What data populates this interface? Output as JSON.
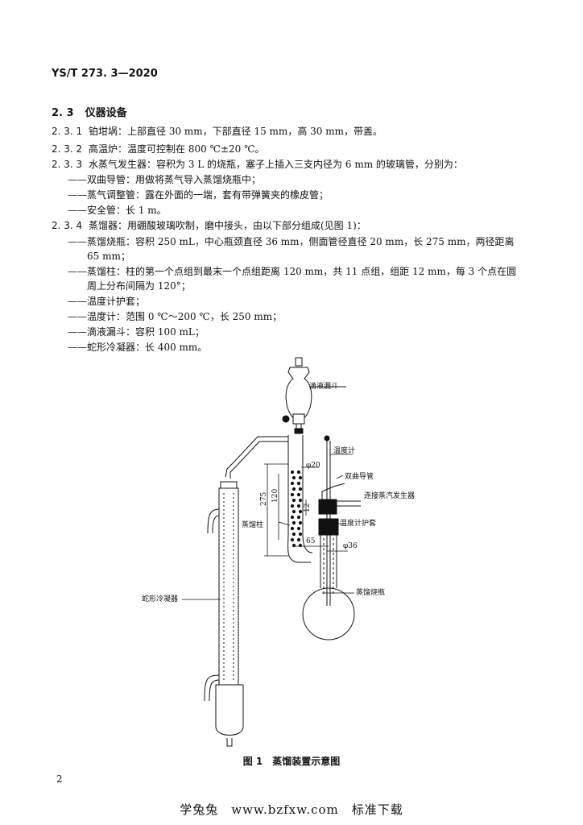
{
  "header": {
    "doc_code": "YS/T 273. 3—2020"
  },
  "section": {
    "number": "2. 3",
    "title": "仪器设备"
  },
  "lines": [
    {
      "num": "2. 3. 1",
      "text": "铂坩埚：上部直径 30 mm，下部直径 15 mm，高 30 mm，带盖。"
    },
    {
      "num": "2. 3. 2",
      "text": "高温炉：温度可控制在 800 ℃±20 ℃。"
    },
    {
      "num": "2. 3. 3",
      "text": "水蒸气发生器：容积为 3 L 的烧瓶，塞子上插入三支内径为 6 mm 的玻璃管，分别为："
    },
    {
      "num": "",
      "text": "——双曲导管：用做将蒸气导入蒸馏烧瓶中；"
    },
    {
      "num": "",
      "text": "——蒸气调整管：露在外面的一端，套有带弹簧夹的橡皮管；"
    },
    {
      "num": "",
      "text": "——安全管：长 1 m。"
    },
    {
      "num": "2. 3. 4",
      "text": "蒸馏器：用硼酸玻璃吹制，磨中接头，由以下部分组成(见图 1)："
    },
    {
      "num": "",
      "text": "——蒸馏烧瓶：容积 250 mL，中心瓶颈直径 36 mm，侧面管径直径 20 mm，长 275 mm，两径距离"
    },
    {
      "num": "",
      "text": "65 mm；"
    },
    {
      "num": "",
      "text": "——蒸馏柱：柱的第一个点组到最末一个点组距离 120 mm，共 11 点组，组距 12 mm，每 3 个点在圆"
    },
    {
      "num": "",
      "text": "周上分布间隔为 120°；"
    },
    {
      "num": "",
      "text": "——温度计护套；"
    },
    {
      "num": "",
      "text": "——温度计：范围 0 ℃～200 ℃，长 250 mm；"
    },
    {
      "num": "",
      "text": "——滴液漏斗：容积 100 mL；"
    },
    {
      "num": "",
      "text": "——蛇形冷凝器：长 400 mm。"
    }
  ],
  "figure": {
    "labels": {
      "funnel": "滴液漏斗",
      "thermometer": "温度计",
      "double_tube": "双曲导管",
      "steam_generator": "连接蒸汽发生器",
      "column": "蒸馏柱",
      "sleeve": "温度计护套",
      "flask": "蒸馏烧瓶",
      "condenser": "蛇形冷凝器",
      "d20": "φ20",
      "d36": "φ36",
      "l275": "275",
      "l120": "120",
      "l12": "12",
      "l65": "65"
    },
    "caption": "图 1　蒸馏装置示意图"
  },
  "page_number": "2",
  "footer": "学兔兔　www.bzfxw.com　标准下载"
}
